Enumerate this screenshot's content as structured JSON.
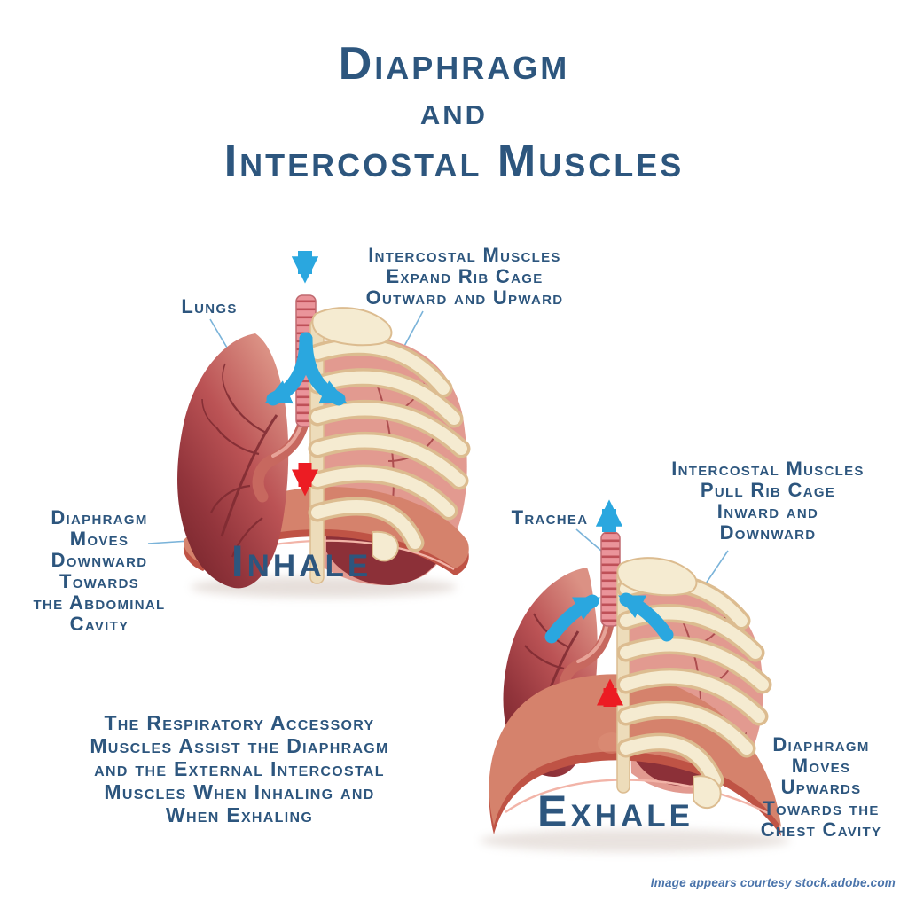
{
  "title": {
    "line1": "Diaphragm",
    "line2": "and",
    "line3": "Intercostal Muscles"
  },
  "inhale": {
    "caption": "Inhale",
    "lungs_label": "Lungs",
    "intercostal_note": [
      "Intercostal Muscles",
      "Expand Rib Cage",
      "Outward and Upward"
    ],
    "diaphragm_note": [
      "Diaphragm",
      "Moves",
      "Downward",
      "Towards",
      "the Abdominal",
      "Cavity"
    ]
  },
  "exhale": {
    "caption": "Exhale",
    "trachea_label": "Trachea",
    "intercostal_note": [
      "Intercostal Muscles",
      "Pull Rib Cage",
      "Inward and",
      "Downward"
    ],
    "diaphragm_note": [
      "Diaphragm",
      "Moves",
      "Upwards",
      "Towards the",
      "Chest Cavity"
    ]
  },
  "footnote": [
    "The Respiratory Accessory",
    "Muscles Assist the Diaphragm",
    "and the External Intercostal",
    "Muscles When Inhaling and",
    "When Exhaling"
  ],
  "attribution": "Image appears courtesy stock.adobe.com",
  "colors": {
    "text_navy": "#2d567e",
    "airflow_arrow_blue": "#2aa7df",
    "diaphragm_arrow_red": "#ec1c23",
    "leader_line_blue": "#7ab3d9",
    "lung_dark": "#7a272e",
    "lung_light": "#db9184",
    "rib_cream": "#f5ebd1",
    "rib_shadow": "#dcbc90",
    "diaphragm_salmon": "#d5826c",
    "diaphragm_rim": "#bf5345",
    "attribution_blue": "#4a74ab"
  }
}
